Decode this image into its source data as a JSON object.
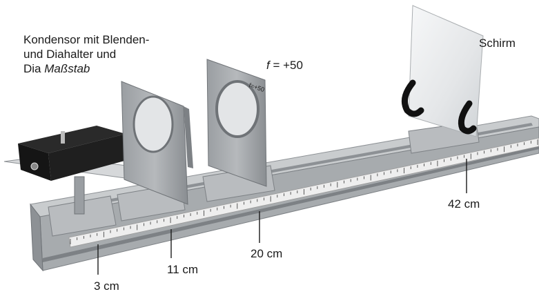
{
  "labels": {
    "condenser_line1": "Kondensor mit Blenden-",
    "condenser_line2": "und Diahalter und",
    "condenser_line3_prefix": "Dia ",
    "condenser_line3_italic": "Maßstab",
    "lens_prefix": "f",
    "lens_suffix": " = +50",
    "lens_plate_text": "f=+50",
    "screen": "Schirm",
    "pos_3": "3 cm",
    "pos_11": "11 cm",
    "pos_20": "20 cm",
    "pos_42": "42 cm"
  },
  "colors": {
    "rail": "#a7abae",
    "rail_dark": "#7d8185",
    "rail_light": "#cfd2d4",
    "scale": "#eeeeee",
    "holder": "#8f9397",
    "holder_light": "#b9bcbf",
    "lamp": "#1c1c1c",
    "screen": "#e8eaec",
    "clip": "#111111"
  }
}
